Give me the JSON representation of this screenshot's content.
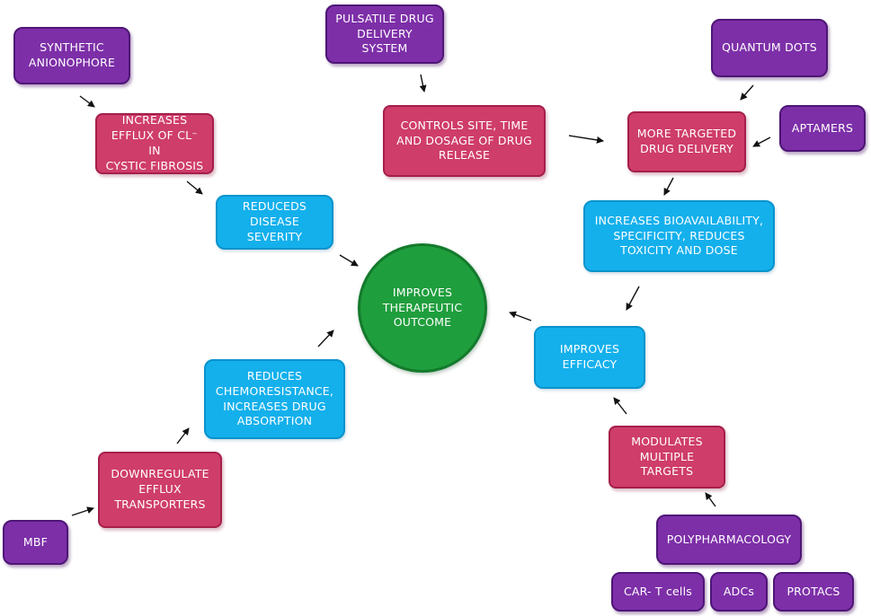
{
  "nodes": {
    "synthetic_anionophore": "SYNTHETIC\nANIONOPHORE",
    "increases_efflux": "INCREASES\nEFFLUX OF CL⁻ IN\nCYSTIC FIBROSIS",
    "reduceds_disease": "REDUCEDS\nDISEASE SEVERITY",
    "pulsatile": "PULSATILE DRUG\nDELIVERY SYSTEM",
    "controls_site": "CONTROLS SITE, TIME\nAND DOSAGE OF DRUG\nRELEASE",
    "quantum_dots": "QUANTUM DOTS",
    "aptamers": "APTAMERS",
    "more_targeted": "MORE TARGETED\nDRUG DELIVERY",
    "increases_bioavailability": "INCREASES BIOAVAILABILITY,\nSPECIFICITY, REDUCES\nTOXICITY AND DOSE",
    "improves_outcome": "IMPROVES\nTHERAPEUTIC\nOUTCOME",
    "improves_efficacy": "IMPROVES\nEFFICACY",
    "reduces_chemo": "REDUCES\nCHEMORESISTANCE,\nINCREASES DRUG\nABSORPTION",
    "downregulate": "DOWNREGULATE\nEFFLUX\nTRANSPORTERS",
    "mbf": "MBF",
    "modulates": "MODULATES\nMULTIPLE\nTARGETS",
    "polypharmacology": "POLYPHARMACOLOGY",
    "car_t": "CAR- T cells",
    "adcs": "ADCs",
    "protacs": "PROTACS"
  },
  "colors": {
    "purple": "#7d2fa8",
    "red": "#cf3d6a",
    "blue": "#14b0ec",
    "green": "#1f9e3d",
    "arrow": "#111111"
  }
}
